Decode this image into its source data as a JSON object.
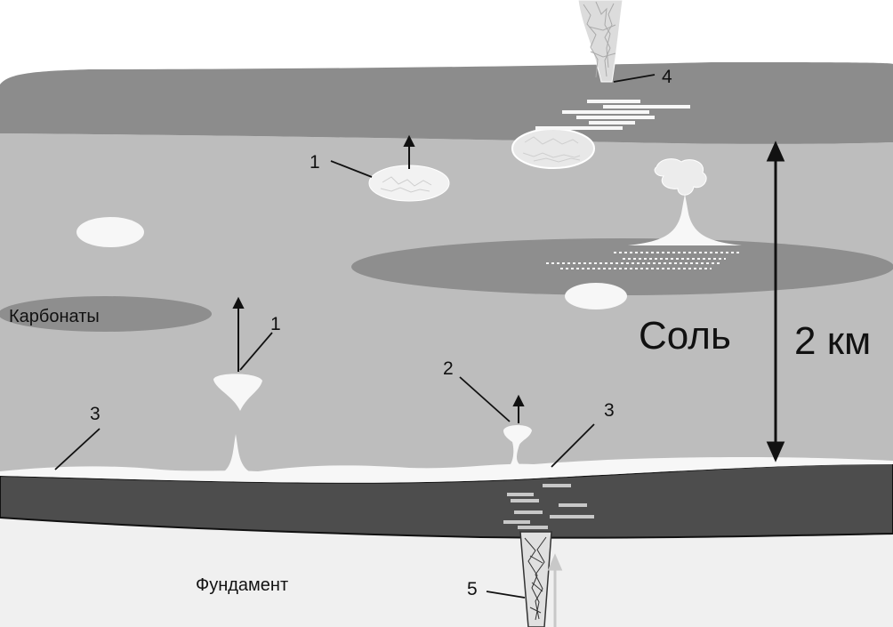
{
  "labels": {
    "salt": "Соль",
    "thickness": "2 км",
    "carbonates": "Карбонаты",
    "basement": "Фундамент"
  },
  "numbers": {
    "n1_top": "1",
    "n1_mid": "1",
    "n2": "2",
    "n3_left": "3",
    "n3_right": "3",
    "n4": "4",
    "n5": "5"
  },
  "colors": {
    "sky": "#ffffff",
    "overburden": "#8c8c8c",
    "salt": "#bdbdbd",
    "carbonate_lens": "#8e8e8e",
    "dark_layer": "#4d4d4d",
    "basement": "#f0f0f0",
    "brine": "#f7f7f7"
  }
}
